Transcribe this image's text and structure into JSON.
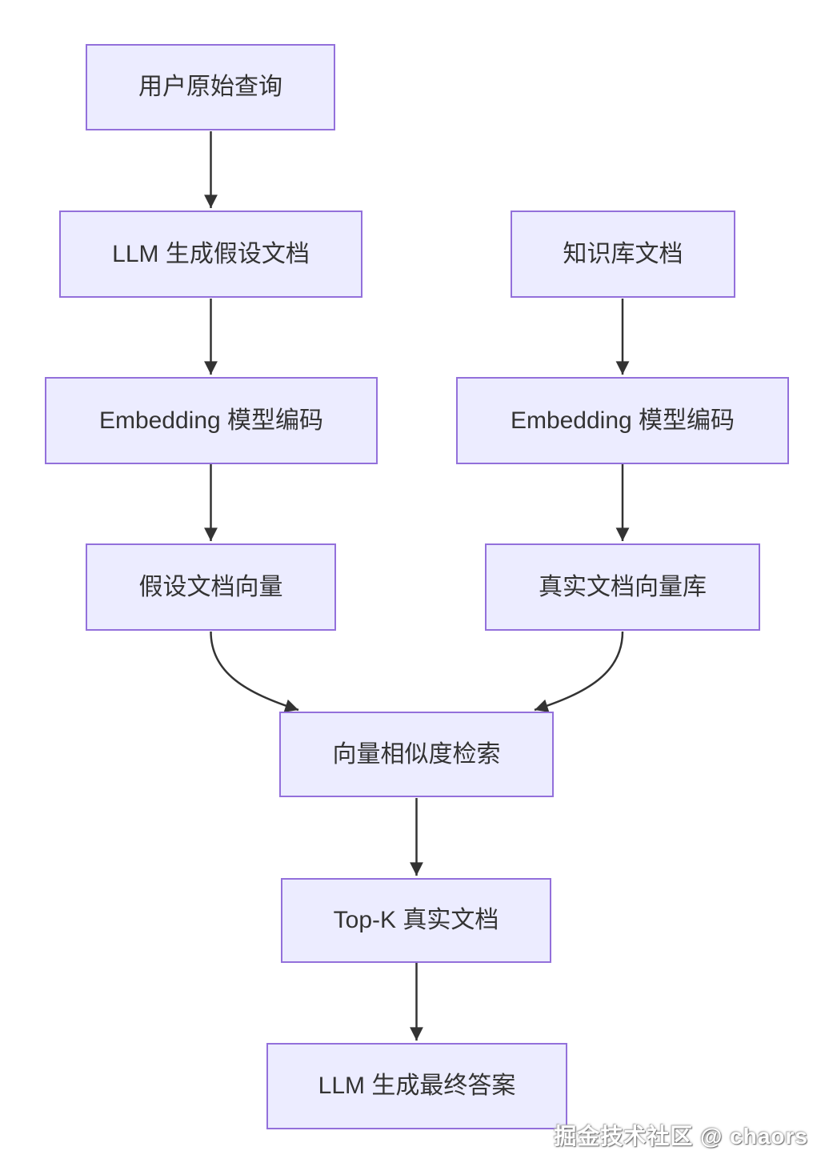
{
  "diagram": {
    "type": "flowchart",
    "direction": "top-down",
    "nodes": [
      {
        "id": "user-query",
        "label": "用户原始查询"
      },
      {
        "id": "llm-hypothetical-doc",
        "label": "LLM 生成假设文档"
      },
      {
        "id": "knowledge-base-docs",
        "label": "知识库文档"
      },
      {
        "id": "embedding-encode-left",
        "label": "Embedding 模型编码"
      },
      {
        "id": "embedding-encode-right",
        "label": "Embedding 模型编码"
      },
      {
        "id": "hypothetical-doc-vector",
        "label": "假设文档向量"
      },
      {
        "id": "real-doc-vector-store",
        "label": "真实文档向量库"
      },
      {
        "id": "vector-similarity-search",
        "label": "向量相似度检索"
      },
      {
        "id": "topk-real-docs",
        "label": "Top-K 真实文档"
      },
      {
        "id": "llm-final-answer",
        "label": "LLM 生成最终答案"
      }
    ],
    "edges": [
      {
        "from": "user-query",
        "to": "llm-hypothetical-doc"
      },
      {
        "from": "llm-hypothetical-doc",
        "to": "embedding-encode-left"
      },
      {
        "from": "knowledge-base-docs",
        "to": "embedding-encode-right"
      },
      {
        "from": "embedding-encode-left",
        "to": "hypothetical-doc-vector"
      },
      {
        "from": "embedding-encode-right",
        "to": "real-doc-vector-store"
      },
      {
        "from": "hypothetical-doc-vector",
        "to": "vector-similarity-search"
      },
      {
        "from": "real-doc-vector-store",
        "to": "vector-similarity-search"
      },
      {
        "from": "vector-similarity-search",
        "to": "topk-real-docs"
      },
      {
        "from": "topk-real-docs",
        "to": "llm-final-answer"
      }
    ],
    "colors": {
      "node_fill": "#ECECFF",
      "node_border": "#9370DB",
      "edge_line": "#333333",
      "node_text": "#333333",
      "background": "#FFFFFF",
      "watermark_text": "#FFFFFF"
    }
  },
  "watermark": {
    "text": "掘金技术社区 @ chaors"
  }
}
